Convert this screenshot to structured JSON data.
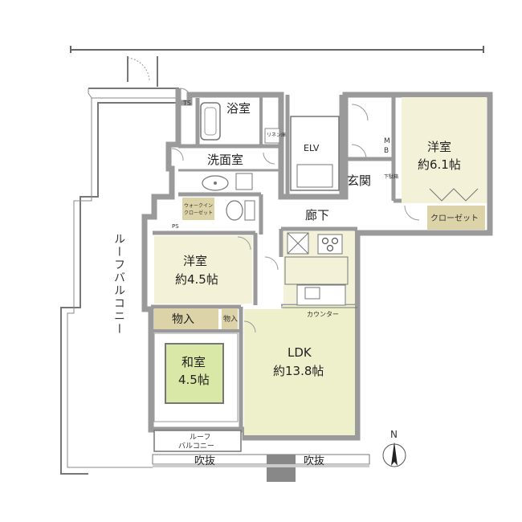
{
  "rooms": {
    "bath": "浴室",
    "washroom": "洗面室",
    "elevator": "ELV",
    "entrance": "玄関",
    "shoe_storage": "下駄箱",
    "mb": "M\nB",
    "ts": "TS",
    "linen": "リネン庫",
    "walkin": "ウォークイン\nクローゼット",
    "ps": "PS",
    "western_room_1": "洋室",
    "western_room_1_size": "約6.1帖",
    "closet": "クローゼット",
    "hallway": "廊下",
    "western_room_2": "洋室",
    "western_room_2_size": "約4.5帖",
    "storage_1": "物入",
    "storage_2": "物入",
    "japanese_room": "和室",
    "japanese_room_size": "4.5帖",
    "counter": "カウンター",
    "ldk": "LDK",
    "ldk_size": "約13.8帖",
    "roof_balcony_small": "ルーフ\nバルコニー",
    "roof_balcony_main": "ルーフバルコニー",
    "void_left": "吹抜",
    "void_right": "吹抜",
    "north": "N"
  },
  "colors": {
    "wall": "#9a9a9a",
    "floor_wood": "#f3f1d8",
    "floor_ldk": "#eef0cc",
    "tatami": "#d9e8a6",
    "storage": "#ddd3a8",
    "balcony": "#ffffff"
  }
}
